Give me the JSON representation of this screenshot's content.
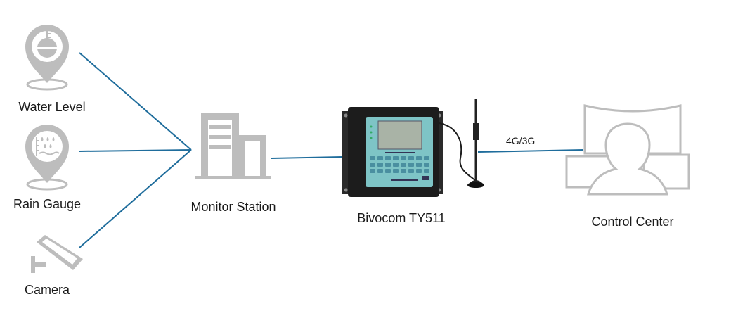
{
  "nodes": {
    "water_level": {
      "label": "Water Level"
    },
    "rain_gauge": {
      "label": "Rain Gauge"
    },
    "camera": {
      "label": "Camera"
    },
    "monitor_station": {
      "label": "Monitor Station"
    },
    "device": {
      "label": "Bivocom TY511"
    },
    "control_center": {
      "label": "Control Center"
    }
  },
  "link_label": "4G/3G",
  "colors": {
    "line": "#1f6d9c",
    "icon": "#bdbdbd",
    "icon_dark": "#9e9e9e",
    "device_body": "#1c1c1c",
    "device_panel": "#7ec4c6",
    "device_screen": "#a9b3a6"
  }
}
